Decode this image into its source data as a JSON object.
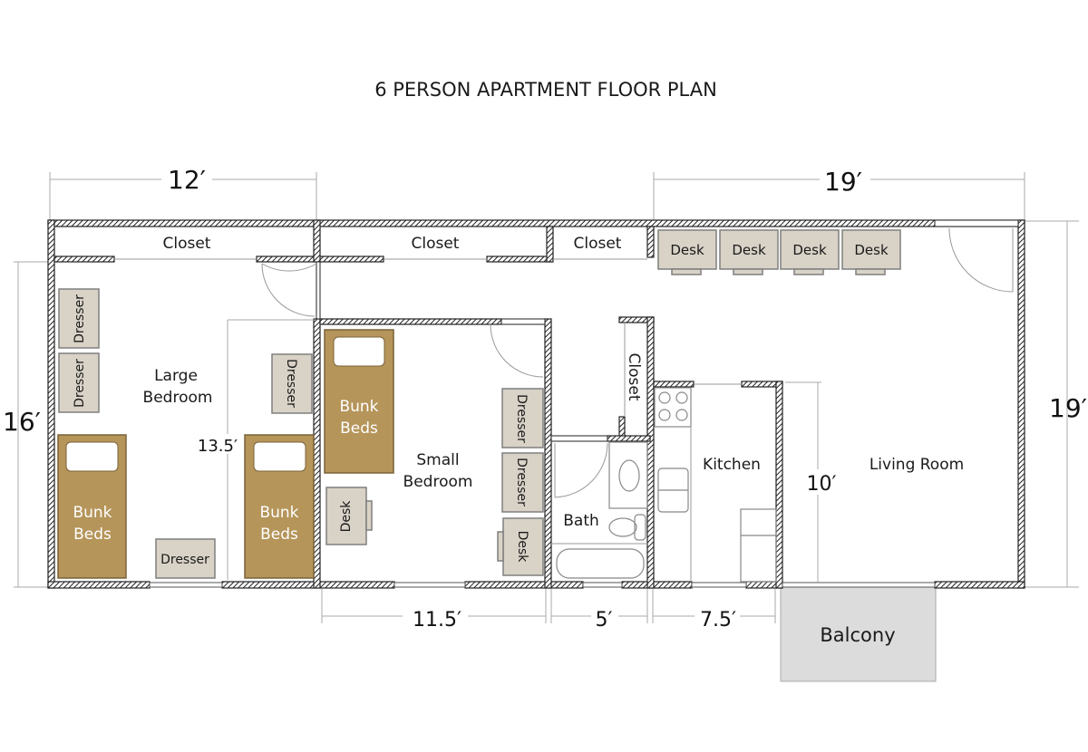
{
  "title": "6 PERSON APARTMENT FLOOR PLAN",
  "dimensions": {
    "top_left": "12′",
    "top_right": "19′",
    "left": "16′",
    "right": "19′",
    "large_bedroom_inner": "13.5′",
    "living_inner": "10′",
    "bottom_small_bedroom": "11.5′",
    "bottom_bath": "5′",
    "bottom_kitchen": "7.5′"
  },
  "rooms": {
    "large_bedroom": [
      "Large",
      "Bedroom"
    ],
    "small_bedroom": [
      "Small",
      "Bedroom"
    ],
    "bath": "Bath",
    "kitchen": "Kitchen",
    "living_room": "Living Room",
    "balcony": "Balcony"
  },
  "closets": [
    "Closet",
    "Closet",
    "Closet",
    "Closet"
  ],
  "furniture": {
    "dresser": "Dresser",
    "desk": "Desk",
    "bunk_beds": [
      "Bunk",
      "Beds"
    ]
  },
  "colors": {
    "bed": "#b5955a",
    "furniture": "#d9d2c7",
    "balcony": "#dcdcdc"
  }
}
